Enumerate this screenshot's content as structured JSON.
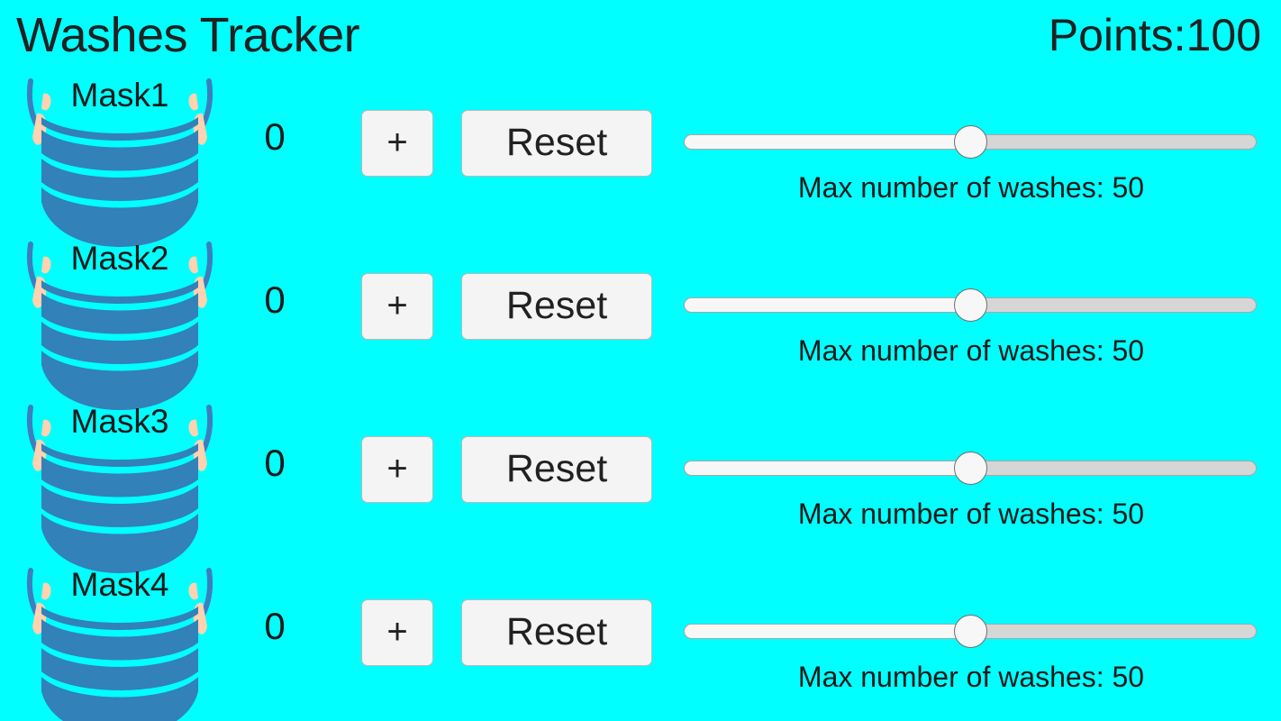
{
  "theme": {
    "background": "#00ffff",
    "text": "#1a1a1a",
    "mask_blue": "#3281b8",
    "mask_loop": "#3c7fc0",
    "ear_skin": "#ffd2b0",
    "button_face": "#f4f4f4",
    "button_border": "#b9b9b9",
    "track_empty": "#d6d6d6",
    "track_fill": "#f7f7f7",
    "thumb_border": "#6f6f6f"
  },
  "header": {
    "title": "Washes Tracker",
    "points_label": "Points:100"
  },
  "controls": {
    "increment_label": "+",
    "reset_label": "Reset",
    "slider_percent": 50
  },
  "rows": [
    {
      "mask_name": "Mask1",
      "count": "0",
      "increment_label": "+",
      "reset_label": "Reset",
      "slider_caption": "Max number of washes: 50",
      "slider_value": 50
    },
    {
      "mask_name": "Mask2",
      "count": "0",
      "increment_label": "+",
      "reset_label": "Reset",
      "slider_caption": "Max number of washes: 50",
      "slider_value": 50
    },
    {
      "mask_name": "Mask3",
      "count": "0",
      "increment_label": "+",
      "reset_label": "Reset",
      "slider_caption": "Max number of washes: 50",
      "slider_value": 50
    },
    {
      "mask_name": "Mask4",
      "count": "0",
      "increment_label": "+",
      "reset_label": "Reset",
      "slider_caption": "Max number of washes: 50",
      "slider_value": 50
    }
  ]
}
